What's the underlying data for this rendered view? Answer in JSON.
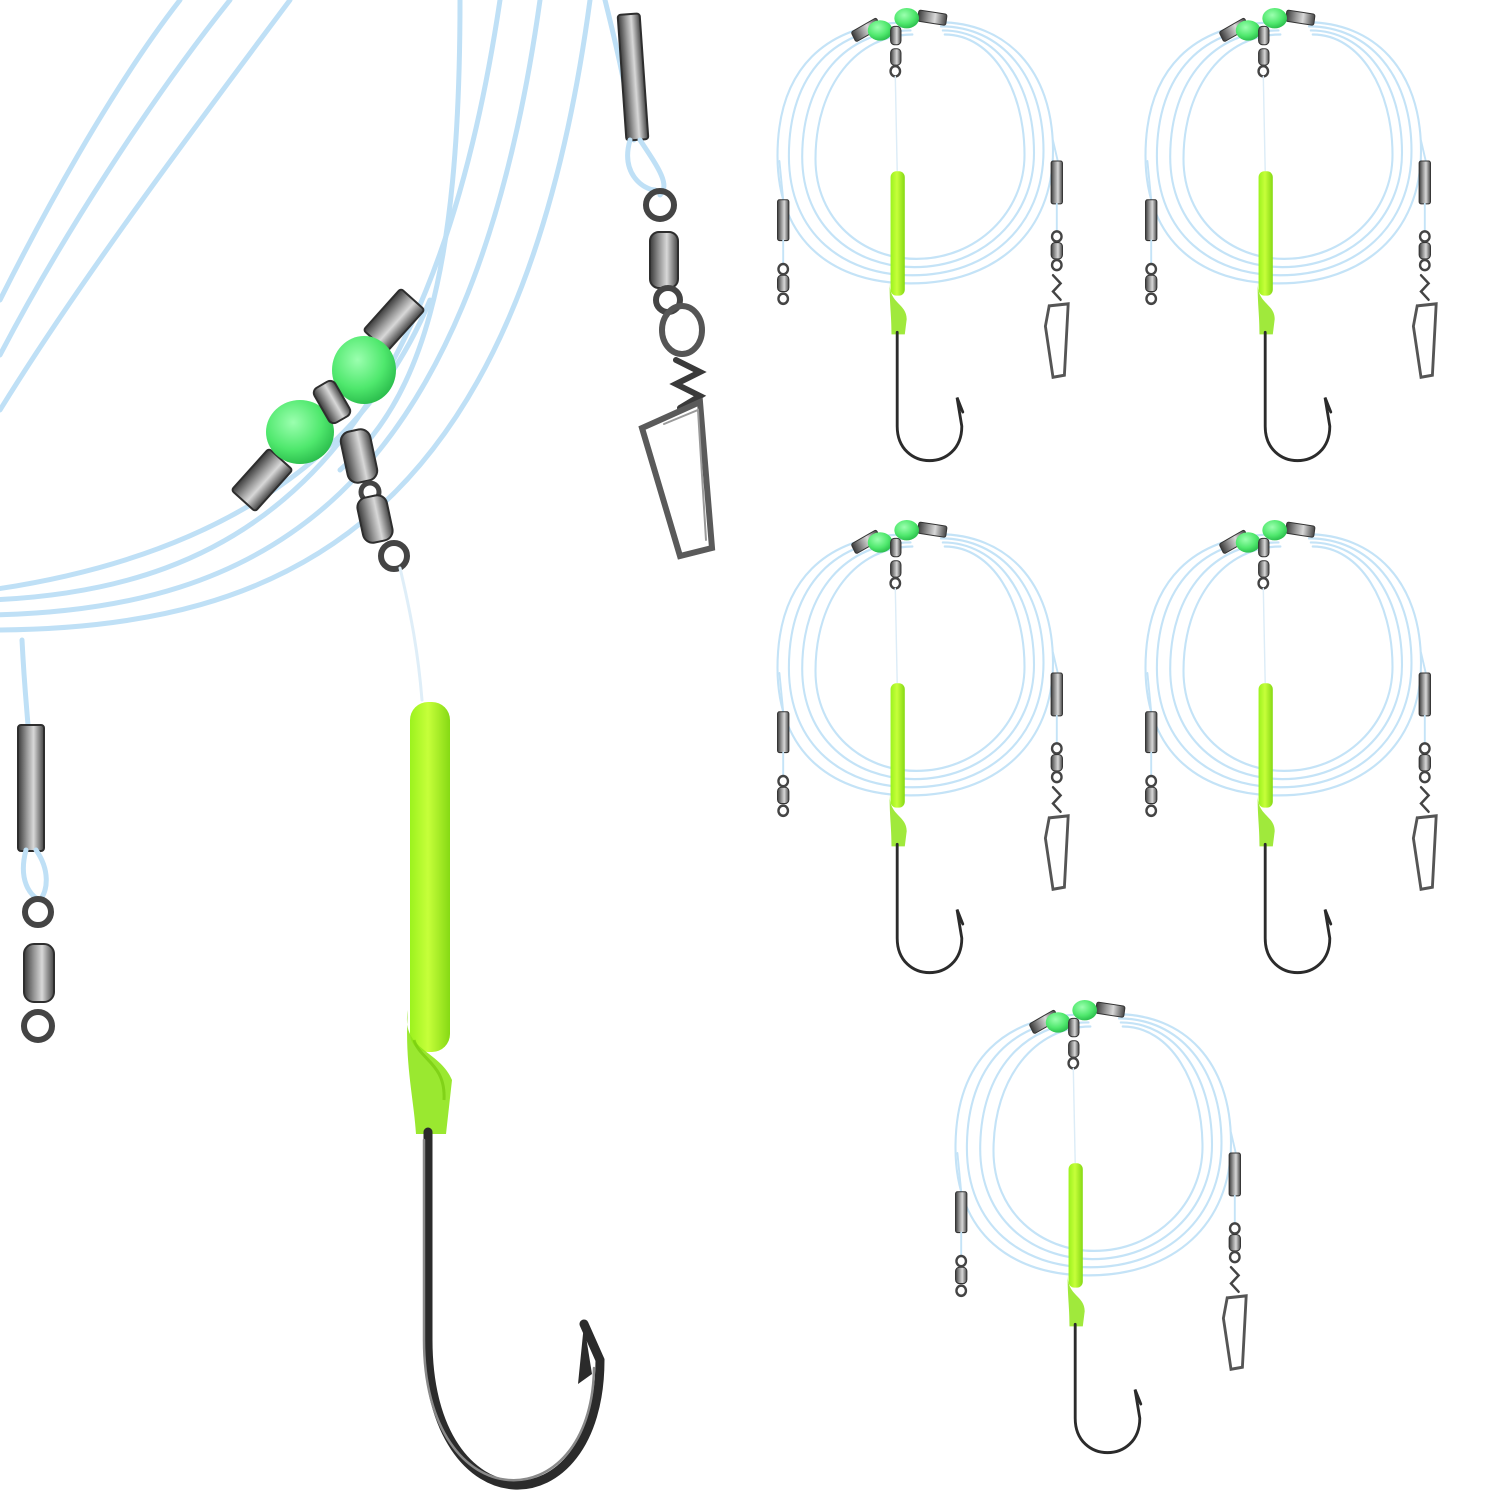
{
  "colors": {
    "background": "#ffffff",
    "leader_line": "#bfe0f6",
    "leader_line_dark": "#a9d3f0",
    "bead": "#5ef07a",
    "bead_shade": "#2fc955",
    "glow_tube": "#b8ff2e",
    "glow_tube_shade": "#8fe51a",
    "metal": "#6f6f6f",
    "metal_dark": "#333333",
    "metal_light": "#c9c9c9",
    "hook": "#2b2b2b"
  },
  "scene": {
    "description_items": [
      "leader-line",
      "crimp-sleeve",
      "green-bead",
      "barrel-swivel",
      "glow-tube",
      "hook",
      "snap-swivel"
    ],
    "small_rig_count": 5
  }
}
